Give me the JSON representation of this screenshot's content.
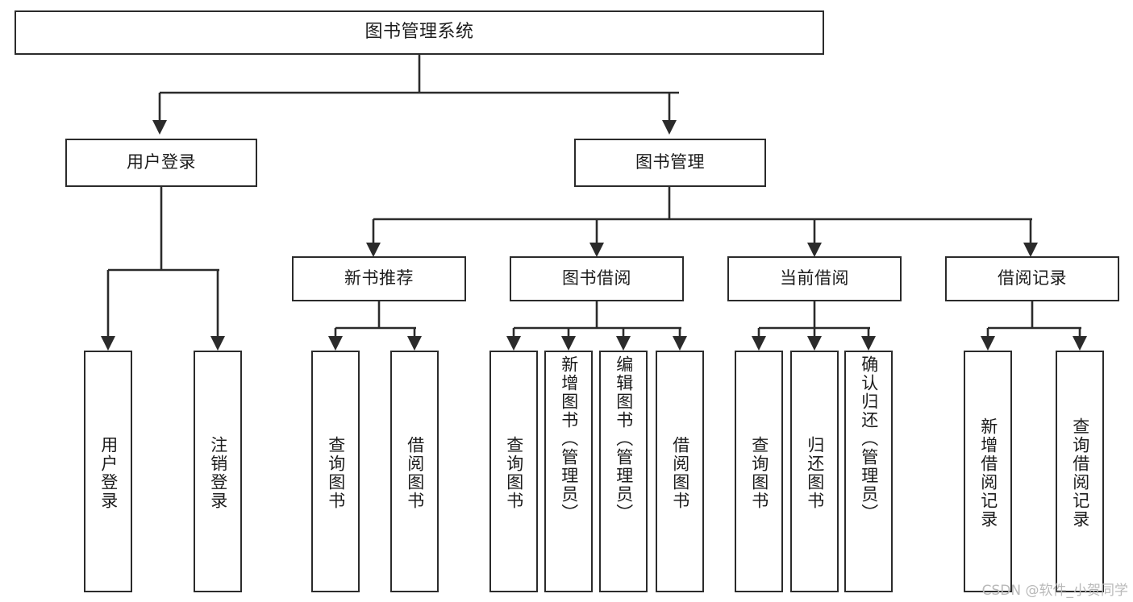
{
  "diagram": {
    "title": "图书管理系统",
    "type": "tree",
    "stroke_color": "#2b2b2b",
    "fill_color": "#ffffff",
    "root": {
      "label": "图书管理系统",
      "children": [
        {
          "label": "用户登录",
          "children": [
            {
              "label": "用户登录"
            },
            {
              "label": "注销登录"
            }
          ]
        },
        {
          "label": "图书管理",
          "children": [
            {
              "label": "新书推荐",
              "children": [
                {
                  "label": "查询图书"
                },
                {
                  "label": "借阅图书"
                }
              ]
            },
            {
              "label": "图书借阅",
              "children": [
                {
                  "label": "查询图书"
                },
                {
                  "label": "新增图书（管理员）"
                },
                {
                  "label": "编辑图书（管理员）"
                },
                {
                  "label": "借阅图书"
                }
              ]
            },
            {
              "label": "当前借阅",
              "children": [
                {
                  "label": "查询图书"
                },
                {
                  "label": "归还图书"
                },
                {
                  "label": "确认归还（管理员）"
                }
              ]
            },
            {
              "label": "借阅记录",
              "children": [
                {
                  "label": "新增借阅记录"
                },
                {
                  "label": "查询借阅记录"
                }
              ]
            }
          ]
        }
      ]
    }
  },
  "nodes": {
    "root": "图书管理系统",
    "user_login": "用户登录",
    "book_manage": "图书管理",
    "new_book_rec": "新书推荐",
    "book_borrow": "图书借阅",
    "current_borrow": "当前借阅",
    "borrow_record": "借阅记录",
    "leaf_user_login": "用户登录",
    "leaf_logout": "注销登录",
    "leaf_rec_query": "查询图书",
    "leaf_rec_borrow": "借阅图书",
    "leaf_borrow_query": "查询图书",
    "leaf_borrow_add": "新增图书（管理员）",
    "leaf_borrow_edit": "编辑图书（管理员）",
    "leaf_borrow_borrow": "借阅图书",
    "leaf_cur_query": "查询图书",
    "leaf_cur_return": "归还图书",
    "leaf_cur_confirm": "确认归还（管理员）",
    "leaf_rec_add": "新增借阅记录",
    "leaf_rec_query2": "查询借阅记录"
  },
  "watermark": {
    "text": "CSDN @软件_小贺同学"
  }
}
